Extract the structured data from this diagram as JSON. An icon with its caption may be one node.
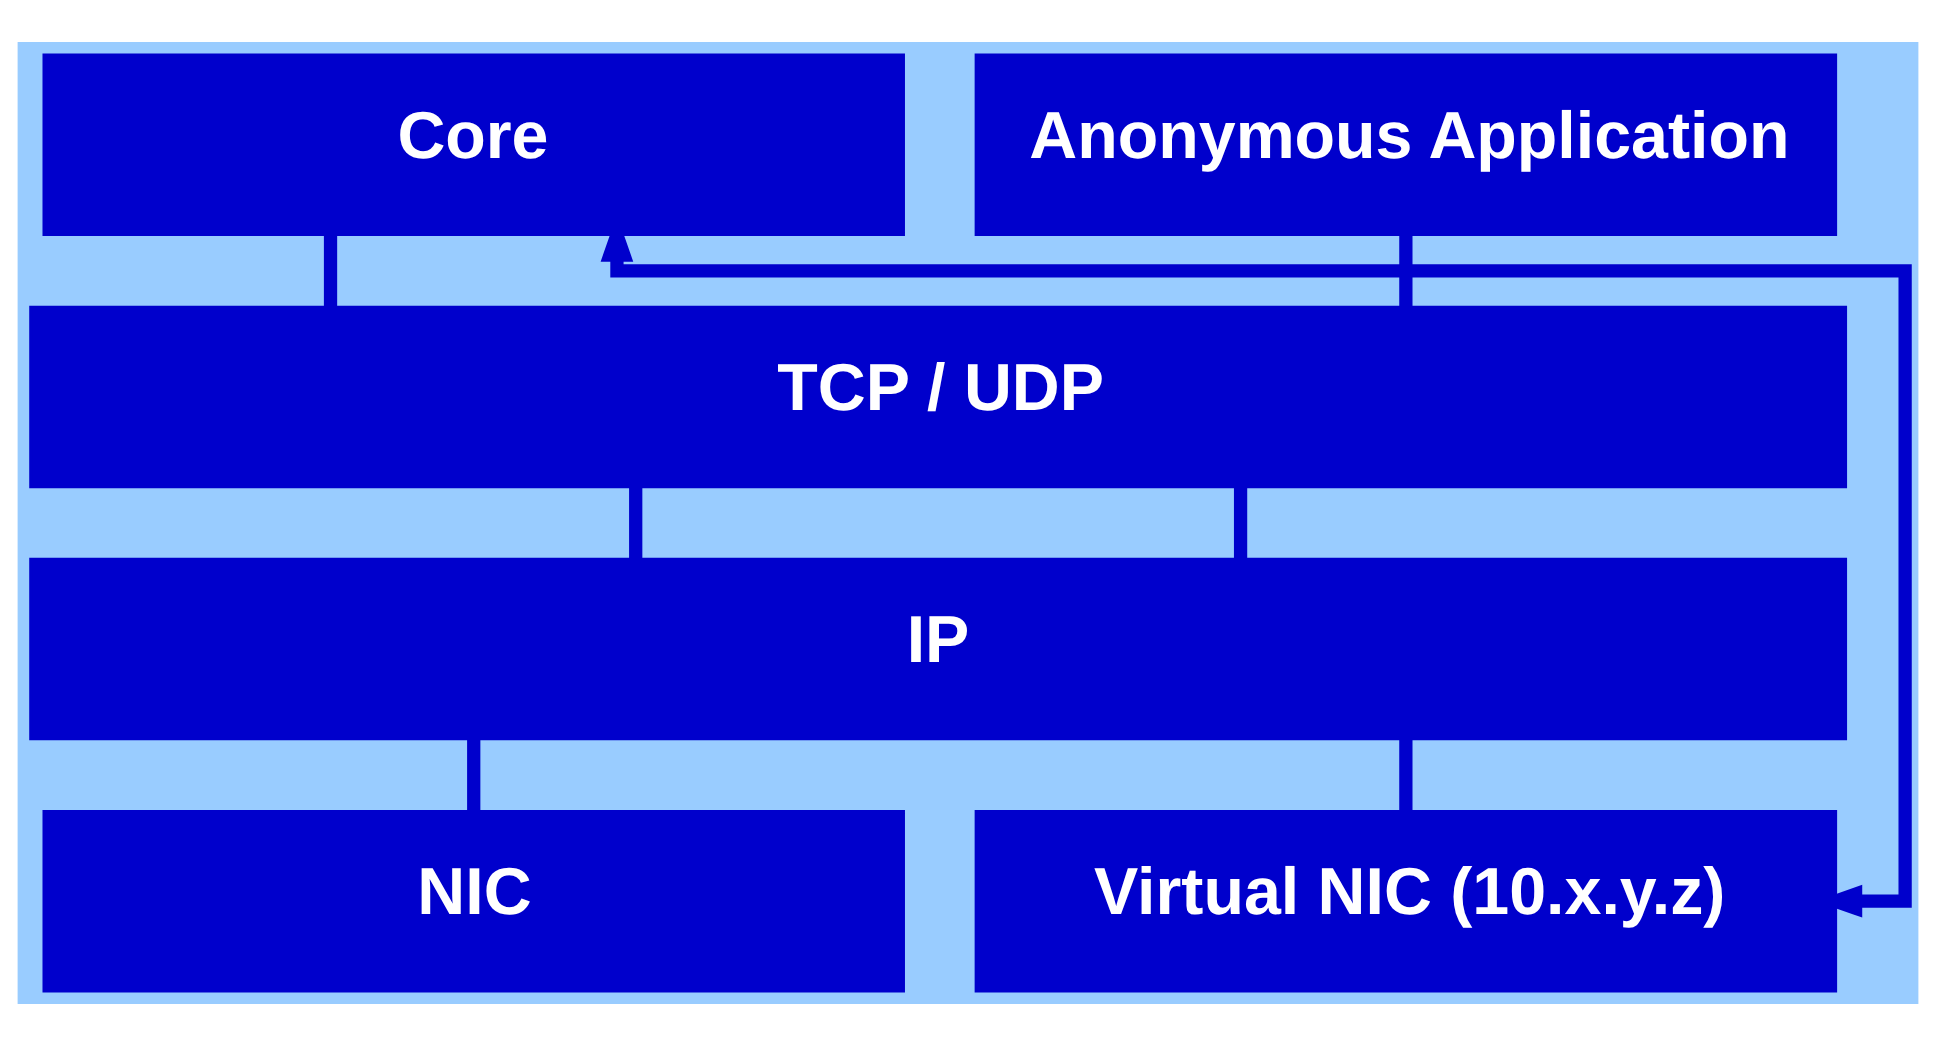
{
  "diagram": {
    "nodes": [
      {
        "text": [
          "Core"
        ]
      },
      {
        "text": [
          "Anonymous Application"
        ]
      },
      {
        "text": [
          "TCP / UDP"
        ]
      },
      {
        "text": [
          "IP"
        ]
      },
      {
        "text": [
          "NIC"
        ]
      },
      {
        "text": [
          "Virtual NIC (10.x.y.z)"
        ]
      }
    ],
    "edges": [
      {
        "from": 0,
        "to": 2,
        "arrow": "none"
      },
      {
        "from": 1,
        "to": 2,
        "arrow": "none"
      },
      {
        "from": 2,
        "to": 3,
        "arrow": "none"
      },
      {
        "from": 2,
        "to": 3,
        "arrow": "none"
      },
      {
        "from": 3,
        "to": 4,
        "arrow": "none"
      },
      {
        "from": 3,
        "to": 5,
        "arrow": "none"
      },
      {
        "from": 5,
        "to": 0,
        "arrow": "both"
      }
    ]
  }
}
